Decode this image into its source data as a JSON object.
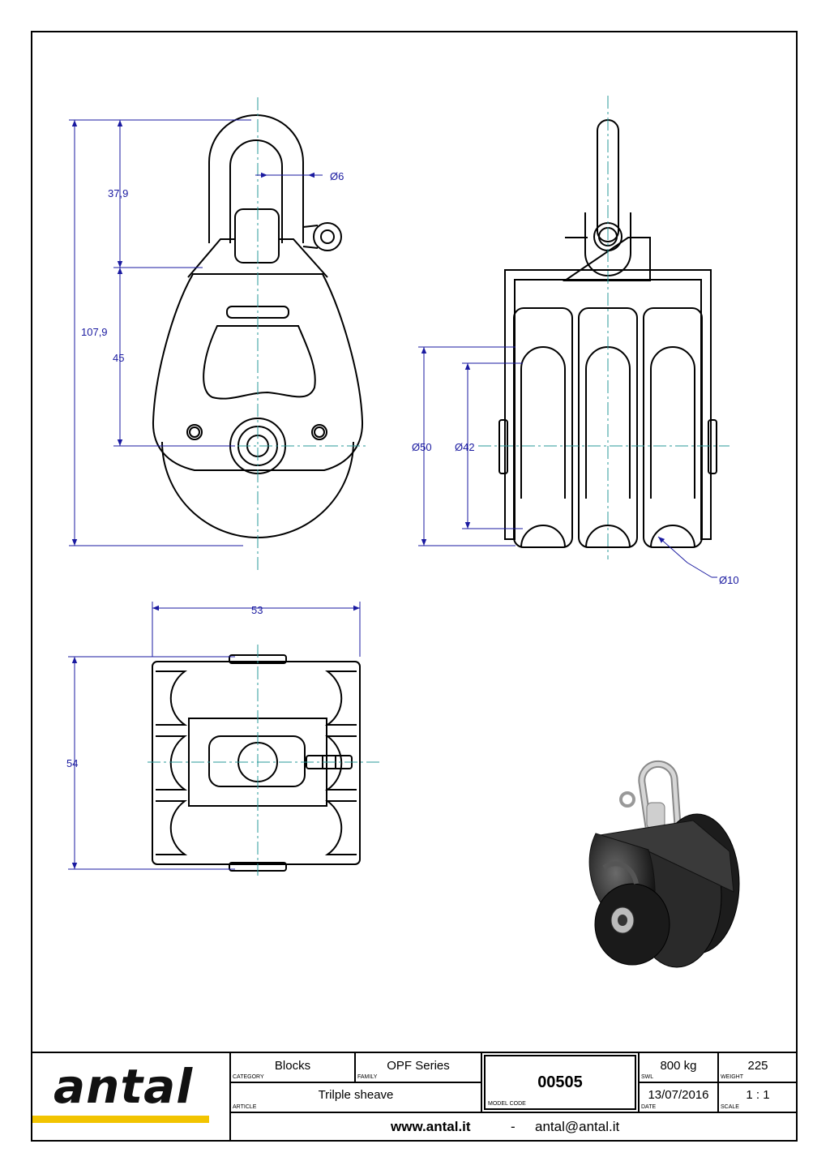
{
  "dimensions": {
    "overall_height": "107,9",
    "shackle_height": "37,9",
    "body_height": "45",
    "pin_diameter": "Ø6",
    "outer_diameter": "Ø50",
    "groove_diameter": "Ø42",
    "rope_diameter": "Ø10",
    "width": "53",
    "depth": "54"
  },
  "title_block": {
    "logo": "antal",
    "category": {
      "value": "Blocks",
      "label": "CATEGORY"
    },
    "family": {
      "value": "OPF Series",
      "label": "FAMILY"
    },
    "article": {
      "value": "Trilple sheave",
      "label": "ARTICLE"
    },
    "model_code": {
      "value": "00505",
      "label": "MODEL CODE"
    },
    "swl": {
      "value": "800 kg",
      "label": "SWL"
    },
    "weight": {
      "value": "225",
      "label": "WEIGHT"
    },
    "date": {
      "value": "13/07/2016",
      "label": "DATE"
    },
    "scale": {
      "value": "1 : 1",
      "label": "SCALE"
    },
    "website": "www.antal.it",
    "separator": "-",
    "email": "antal@antal.it"
  },
  "colors": {
    "dimension": "#1a1aa0",
    "centerline": "#2a9a9a",
    "accent": "#f2c400"
  }
}
